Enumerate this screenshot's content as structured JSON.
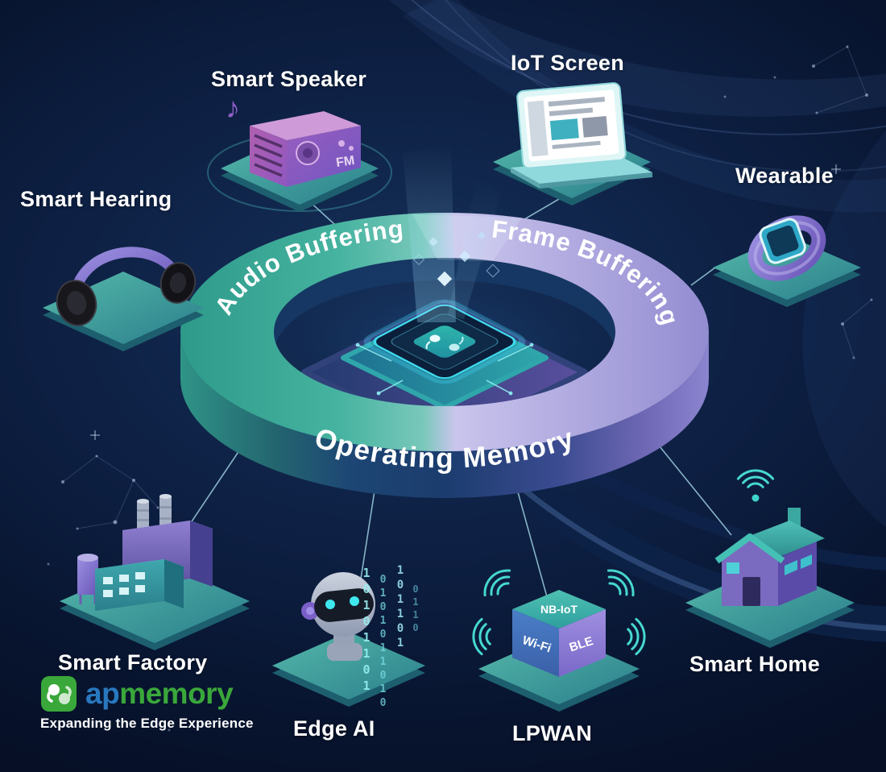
{
  "ring": {
    "audio_label": "Audio Buffering",
    "frame_label": "Frame Buffering",
    "memory_label": "Operating Memory"
  },
  "devices": {
    "smart_hearing": {
      "label": "Smart Hearing"
    },
    "smart_speaker": {
      "label": "Smart Speaker",
      "badge": "FM",
      "note_icon": "♪"
    },
    "iot_screen": {
      "label": "IoT Screen"
    },
    "wearable": {
      "label": "Wearable"
    },
    "smart_factory": {
      "label": "Smart Factory"
    },
    "edge_ai": {
      "label": "Edge AI",
      "binary_columns": [
        "10101101",
        "0101011010",
        "101101",
        "0110"
      ]
    },
    "lpwan": {
      "label": "LPWAN",
      "cube_faces": {
        "top": "NB-IoT",
        "left": "Wi-Fi",
        "right": "BLE"
      }
    },
    "smart_home": {
      "label": "Smart Home"
    }
  },
  "logo": {
    "brand_blue": "ap",
    "brand_green": "memory",
    "tagline": "Expanding the Edge Experience"
  },
  "colors": {
    "background": "#0d1f42",
    "ring_teal": "#3fae9e",
    "ring_lavender": "#b7b2e2",
    "ring_front": "#1c3f71",
    "accent_cyan": "#35d3e8",
    "platform_teal": "#3f9f9a",
    "label_white": "#ffffff",
    "logo_blue": "#2878be",
    "logo_green": "#3aa73a"
  }
}
